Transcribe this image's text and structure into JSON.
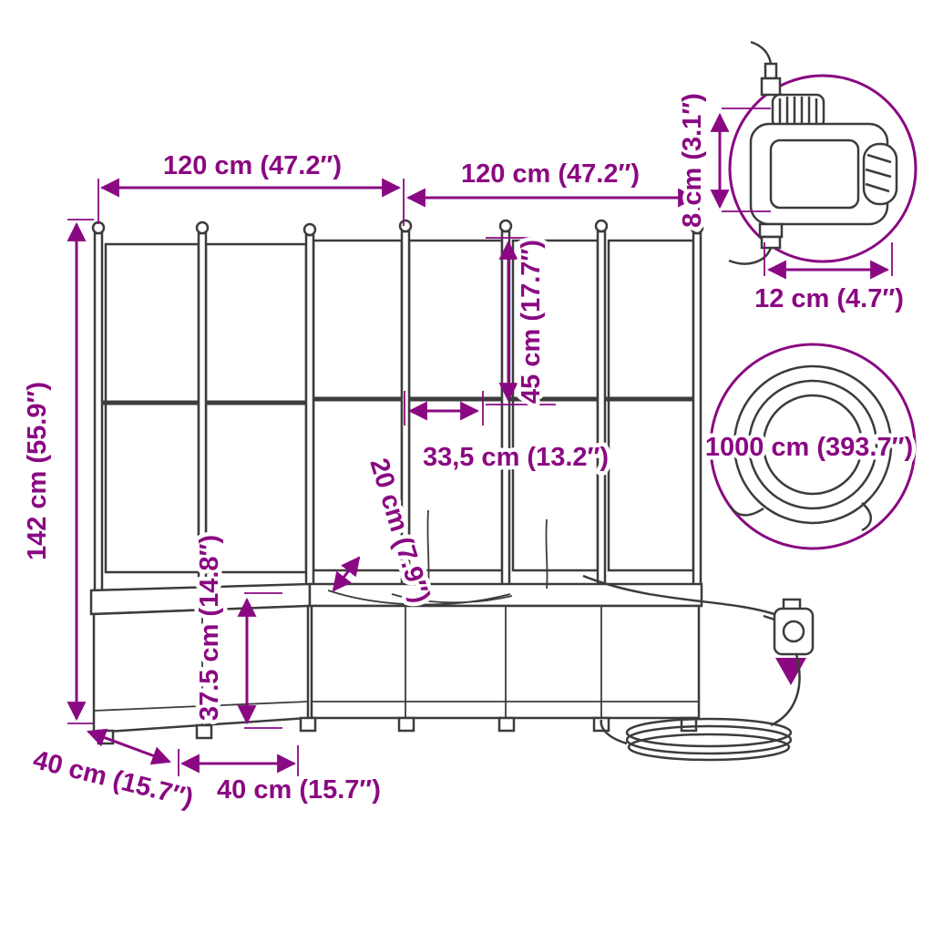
{
  "diagram": {
    "type": "product-dimension-diagram",
    "subject": "corner garden planter with trellis and automatic watering kit",
    "colors": {
      "dimension_accent": "#8A0982",
      "line_art": "#3C3C3C",
      "background": "#FFFFFF"
    },
    "labels": {
      "width_left": "120 cm (47.2″)",
      "width_right": "120 cm (47.2″)",
      "height_total": "142 cm (55.9″)",
      "trellis_top_section": "45 cm (17.7″)",
      "timer_height": "8 cm (3.1″)",
      "timer_width": "12 cm (4.7″)",
      "hose_length": "1000 cm (393.7″)",
      "inner_width": "33,5 cm (13.2″)",
      "inner_depth": "20 cm (7.9″)",
      "box_height": "37.5 cm (14.8″)",
      "depth_left": "40 cm (15.7″)",
      "depth_front": "40 cm (15.7″)"
    }
  }
}
